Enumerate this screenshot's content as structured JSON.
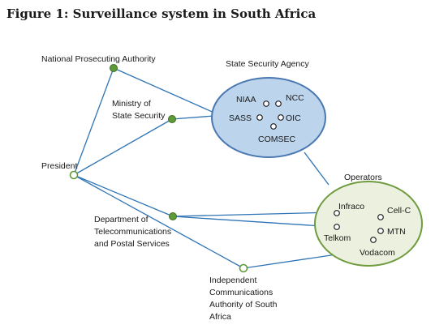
{
  "figure": {
    "title": "Figure 1: Surveillance system in South Africa"
  },
  "actors": {
    "npa": "National Prosecuting Authority",
    "ministry": [
      "Ministry of",
      "State Security"
    ],
    "president": "President",
    "dtps": [
      "Department of",
      "Telecommunications",
      "and Postal Services"
    ],
    "icasa": [
      "Independent",
      "Communications",
      "Authority of South",
      "Africa"
    ]
  },
  "ssa": {
    "title": "State Security Agency",
    "members": {
      "niaa": "NIAA",
      "ncc": "NCC",
      "sass": "SASS",
      "oic": "OIC",
      "comsec": "COMSEC"
    }
  },
  "operators": {
    "title": "Operators",
    "members": {
      "infraco": "Infraco",
      "cellc": "Cell-C",
      "telkom": "Telkom",
      "mtn": "MTN",
      "vodacom": "Vodacom"
    }
  }
}
